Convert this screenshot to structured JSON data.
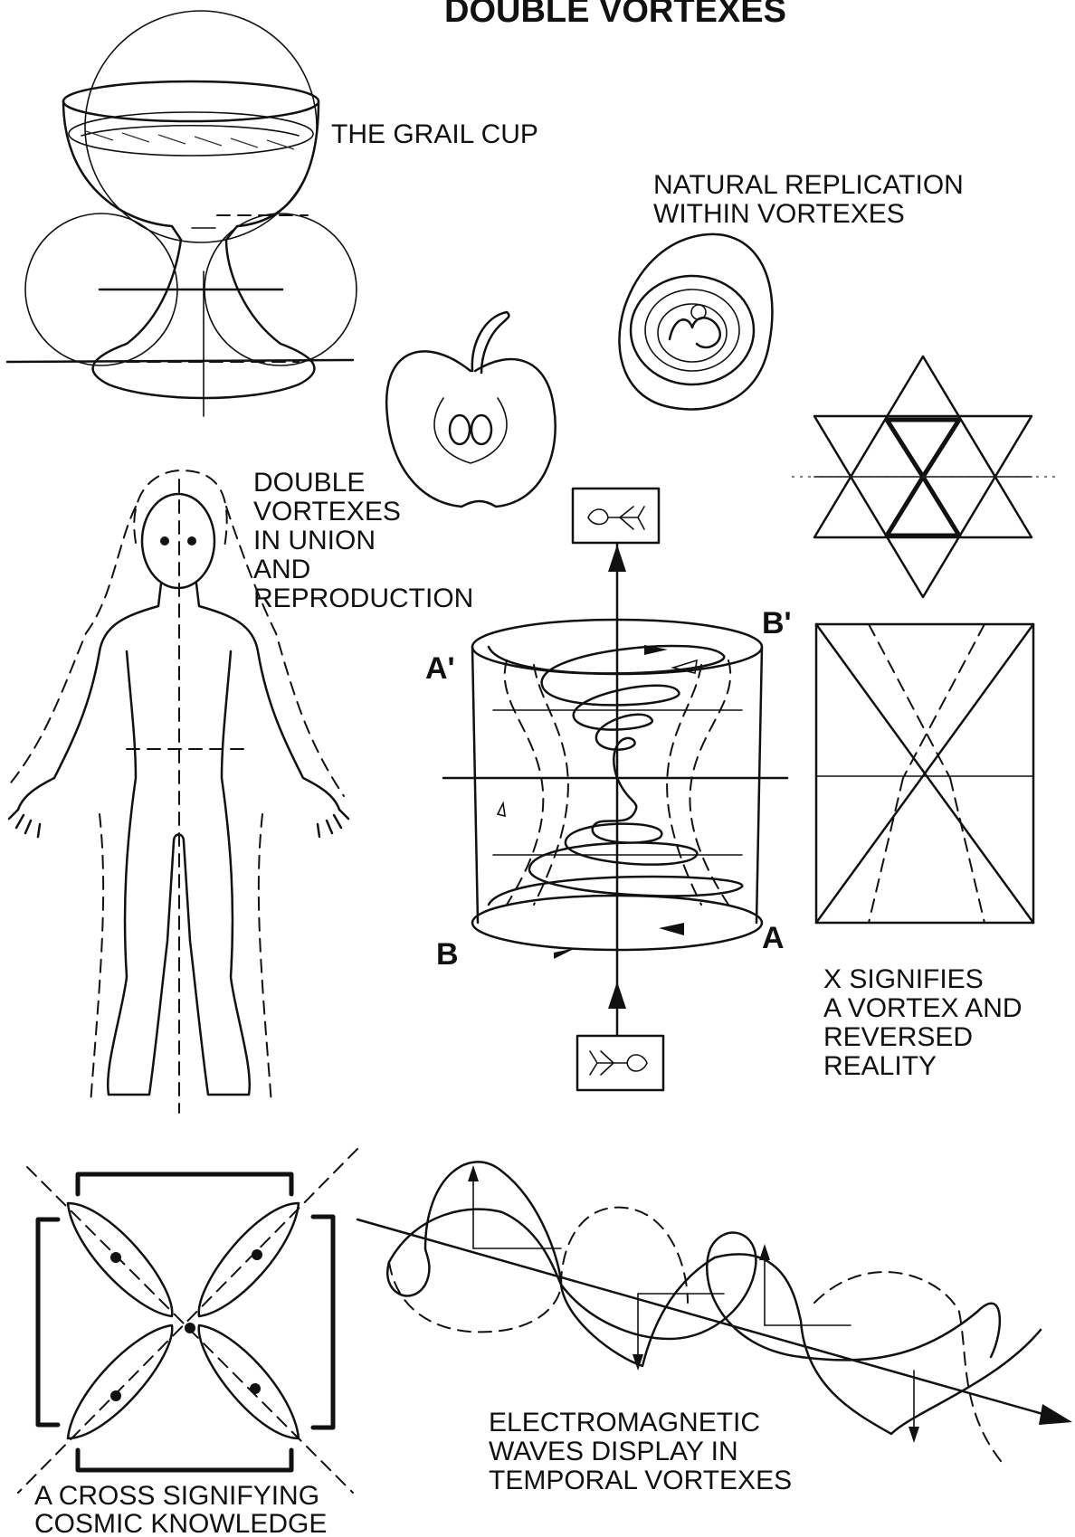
{
  "title": "DOUBLE VORTEXES",
  "labels": {
    "grail_cup": "THE GRAIL CUP",
    "natural_replication": [
      "NATURAL REPLICATION",
      "WITHIN VORTEXES"
    ],
    "double_vortexes": [
      "DOUBLE",
      "VORTEXES",
      "IN UNION",
      "AND",
      "REPRODUCTION"
    ],
    "x_signifies": [
      "X SIGNIFIES",
      "A VORTEX AND",
      "REVERSED",
      "REALITY"
    ],
    "cross": [
      "A CROSS SIGNIFYING",
      "COSMIC KNOWLEDGE"
    ],
    "electromagnetic": [
      "ELECTROMAGNETIC",
      "WAVES DISPLAY IN",
      "TEMPORAL VORTEXES"
    ]
  },
  "vortex_points": {
    "a_prime": "A'",
    "b_prime": "B'",
    "a": "A",
    "b": "B"
  }
}
